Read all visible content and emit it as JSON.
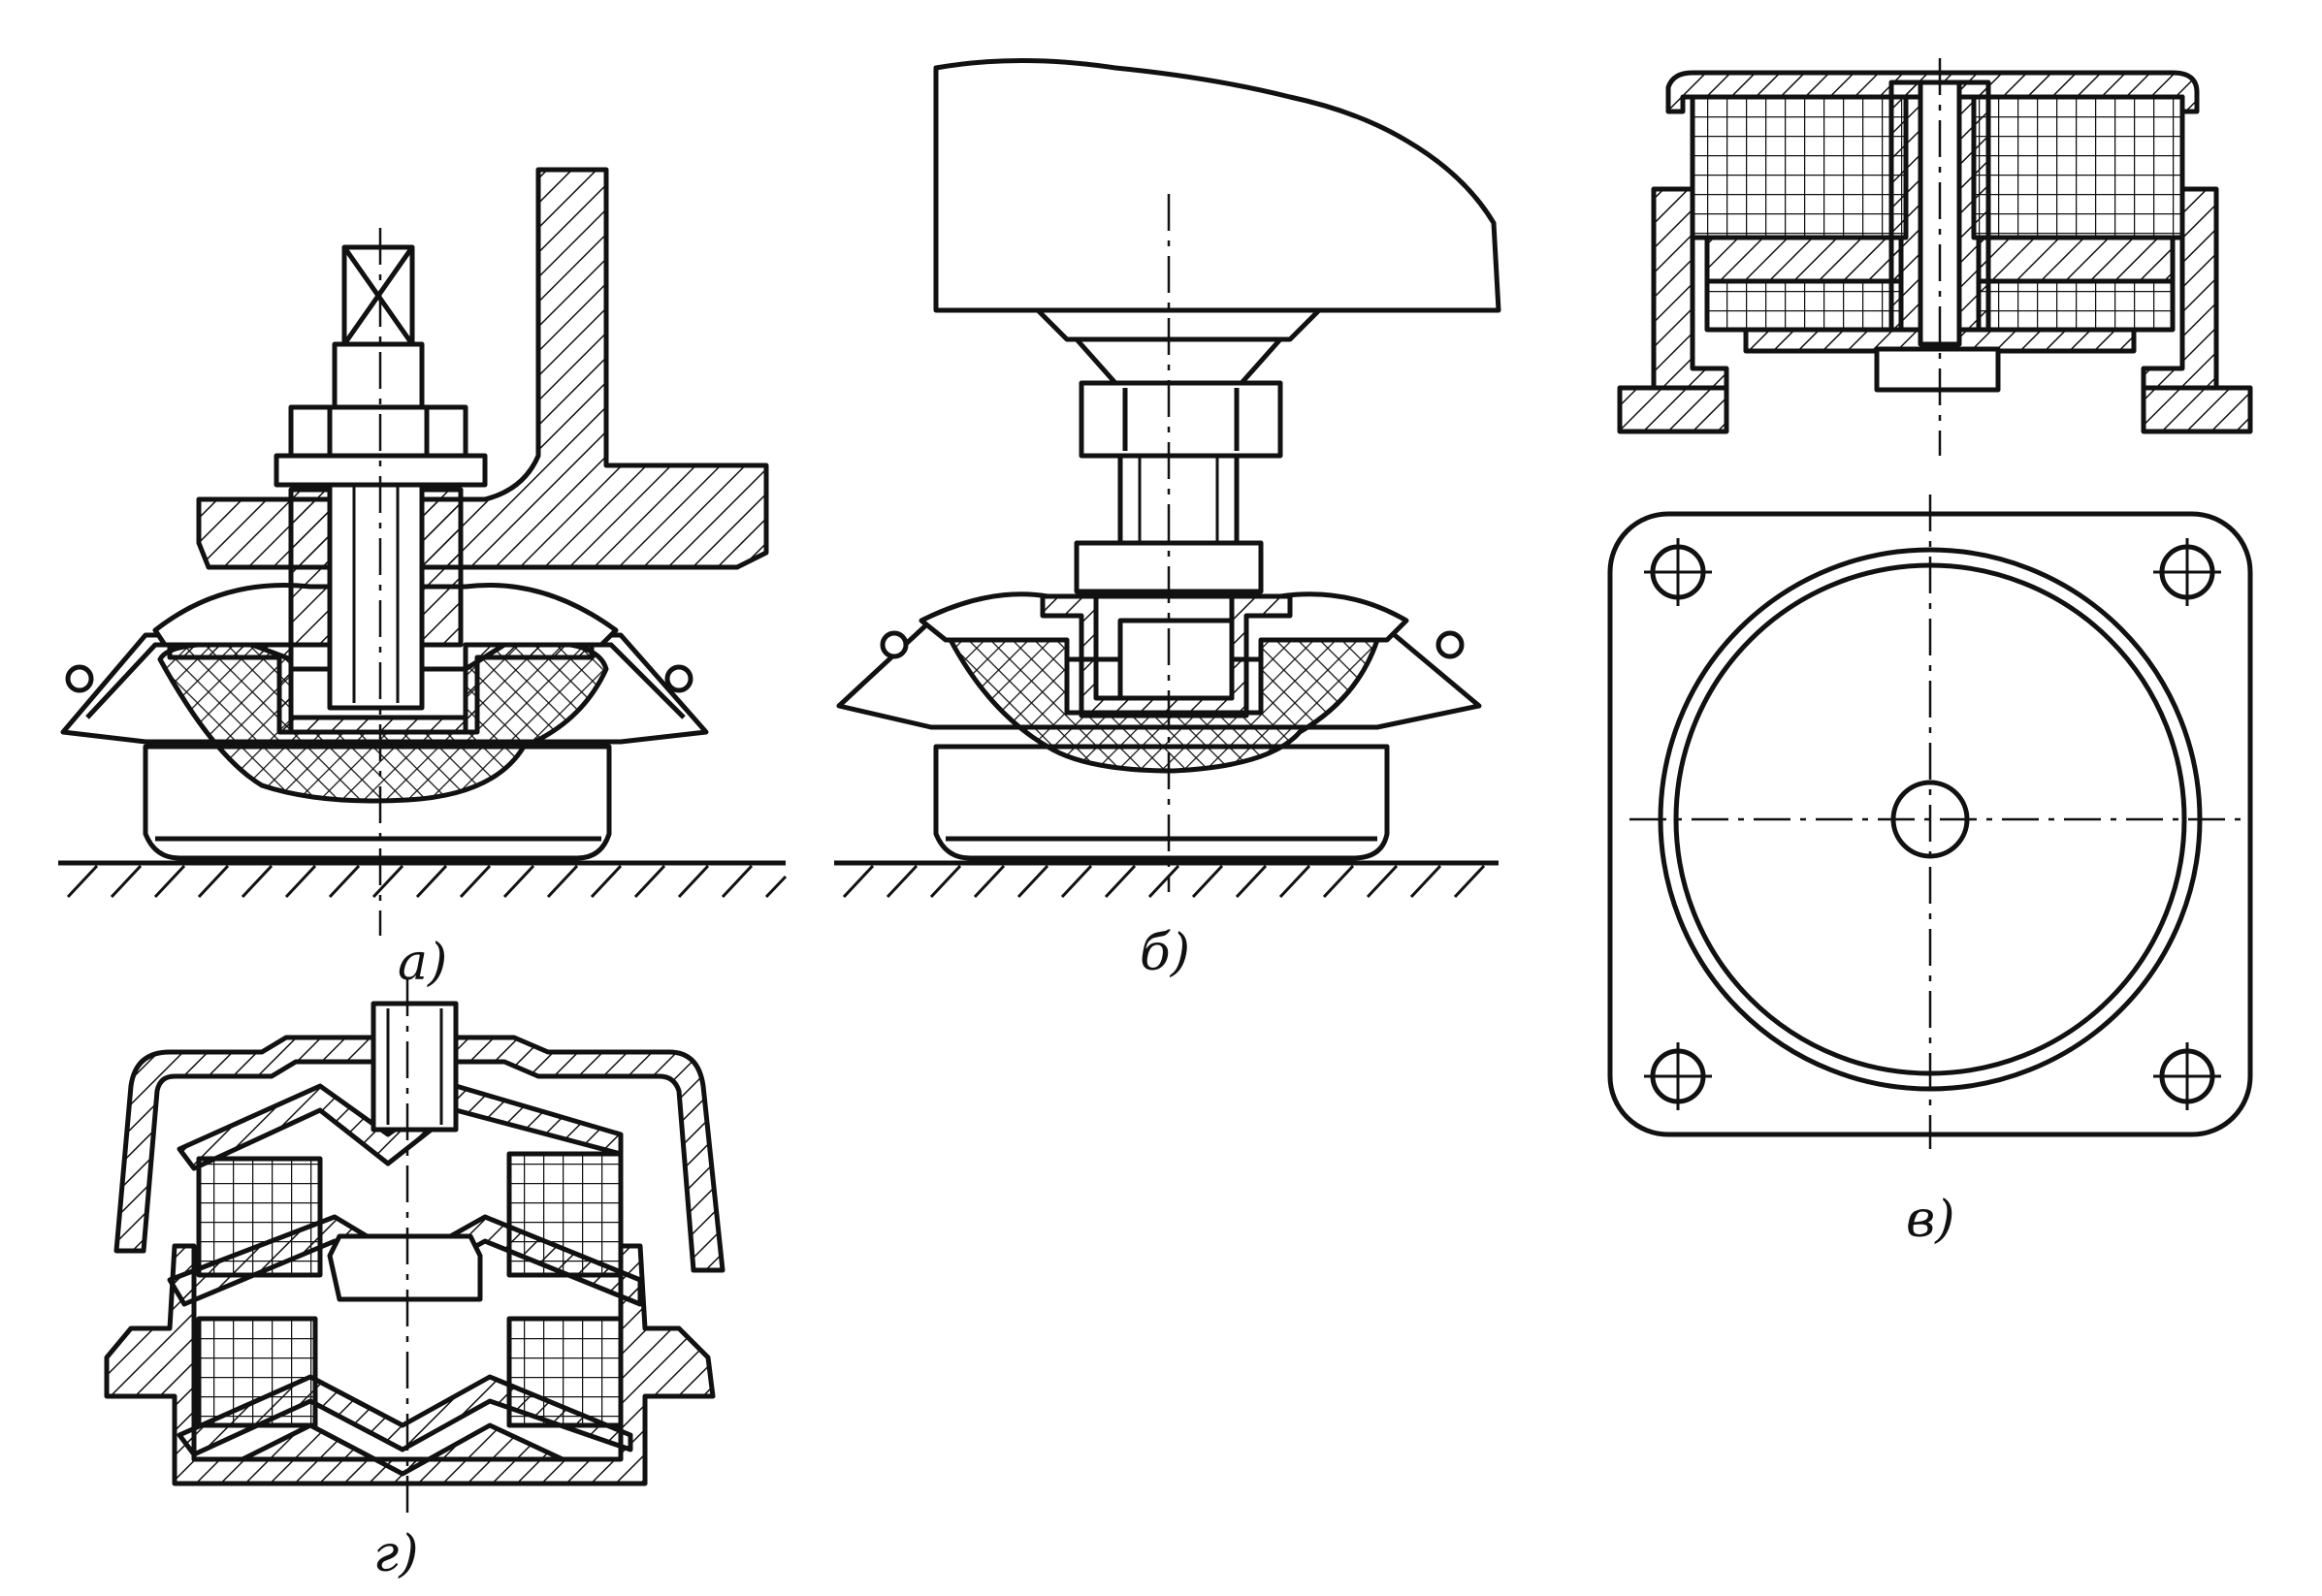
{
  "figure": {
    "views": [
      {
        "id": "a",
        "caption": "а)"
      },
      {
        "id": "b",
        "caption": "б)"
      },
      {
        "id": "v",
        "caption": "в)"
      },
      {
        "id": "g",
        "caption": "г)"
      }
    ]
  }
}
